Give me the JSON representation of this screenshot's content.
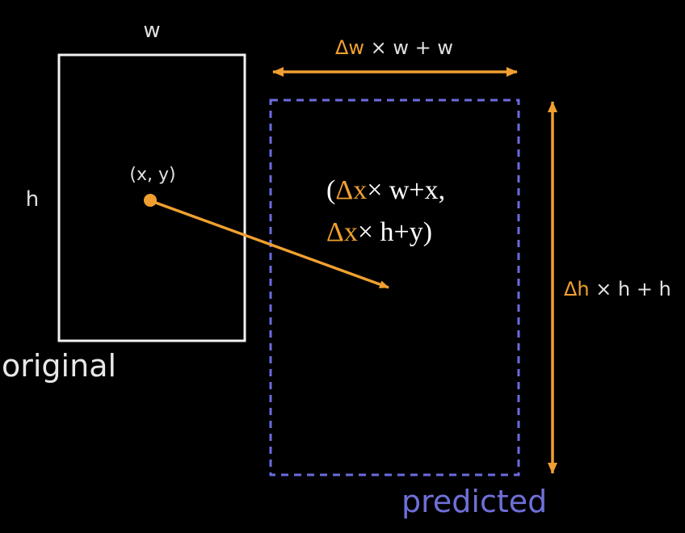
{
  "colors": {
    "background": "#000000",
    "original_box": "#f2f2f2",
    "predicted_box": "#6b6be0",
    "accent_orange": "#f0a030",
    "label_gray": "#e0e0e0",
    "predicted_label": "#6f6fd8",
    "formula_white": "#ffffff"
  },
  "original": {
    "label": "original",
    "width_label": "w",
    "height_label": "h",
    "center_label": "(x, y)"
  },
  "predicted": {
    "label": "predicted"
  },
  "width_formula": {
    "delta": "Δw",
    "rest": " × w + w"
  },
  "height_formula": {
    "delta": "Δh",
    "rest": " × h + h"
  },
  "center_formula": {
    "line1_open": "(",
    "line1_delta": "Δx",
    "line1_rest": "× w+x,",
    "line2_delta": "Δx",
    "line2_rest": "× h+y)"
  },
  "icons": {
    "center_point": "dot-icon",
    "offset_arrow": "arrow-icon",
    "width_arrow": "double-arrow-horizontal-icon",
    "height_arrow": "double-arrow-vertical-icon"
  }
}
